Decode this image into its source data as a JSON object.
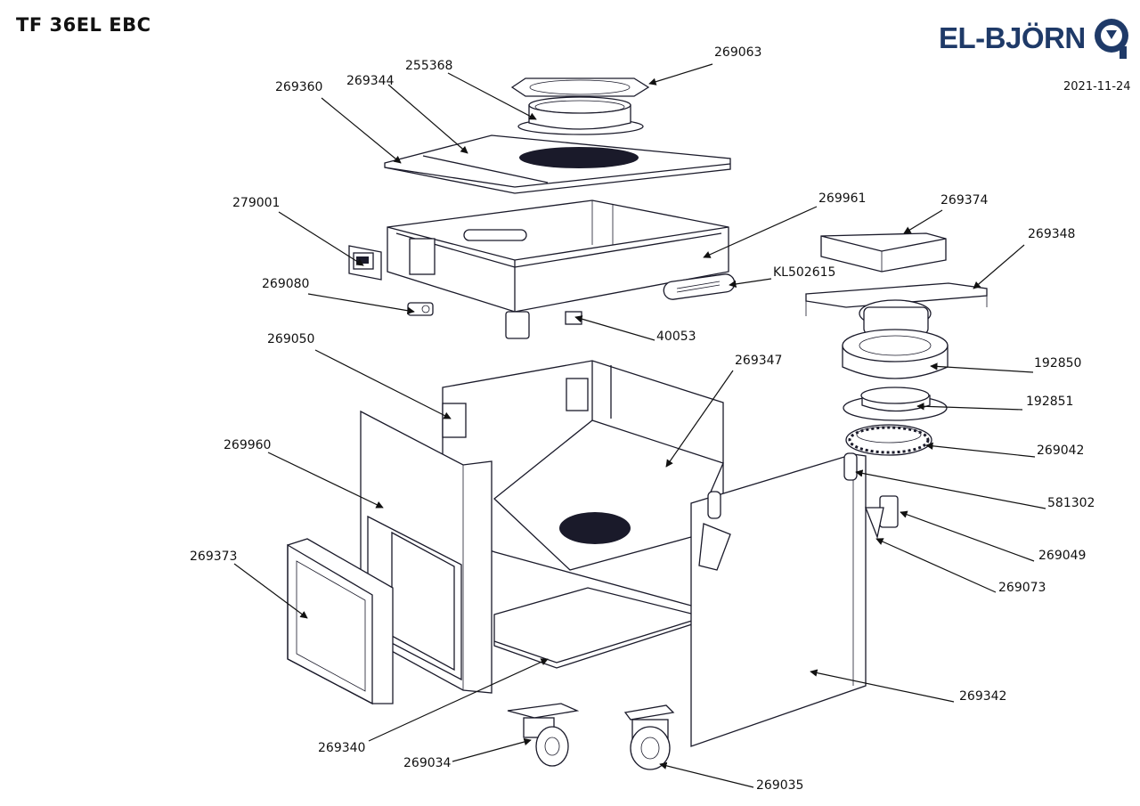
{
  "header": {
    "title": "TF 36EL EBC",
    "brand": "EL-BJÖRN",
    "date": "2021-11-24"
  },
  "colors": {
    "brand_navy": "#1f3a68",
    "line": "#1a1a2a"
  },
  "parts": [
    {
      "id": "p269063",
      "number": "269063"
    },
    {
      "id": "p255368",
      "number": "255368"
    },
    {
      "id": "p269360",
      "number": "269360"
    },
    {
      "id": "p269344",
      "number": "269344"
    },
    {
      "id": "p279001",
      "number": "279001"
    },
    {
      "id": "p269961",
      "number": "269961"
    },
    {
      "id": "p269374",
      "number": "269374"
    },
    {
      "id": "p269348",
      "number": "269348"
    },
    {
      "id": "pKL502615",
      "number": "KL502615"
    },
    {
      "id": "p269080",
      "number": "269080"
    },
    {
      "id": "p40053",
      "number": "40053"
    },
    {
      "id": "p269050",
      "number": "269050"
    },
    {
      "id": "p269347",
      "number": "269347"
    },
    {
      "id": "p192850",
      "number": "192850"
    },
    {
      "id": "p192851",
      "number": "192851"
    },
    {
      "id": "p269960",
      "number": "269960"
    },
    {
      "id": "p269042",
      "number": "269042"
    },
    {
      "id": "p581302",
      "number": "581302"
    },
    {
      "id": "p269373",
      "number": "269373"
    },
    {
      "id": "p269049",
      "number": "269049"
    },
    {
      "id": "p269073",
      "number": "269073"
    },
    {
      "id": "p269342",
      "number": "269342"
    },
    {
      "id": "p269340",
      "number": "269340"
    },
    {
      "id": "p269034",
      "number": "269034"
    },
    {
      "id": "p269035",
      "number": "269035"
    }
  ]
}
